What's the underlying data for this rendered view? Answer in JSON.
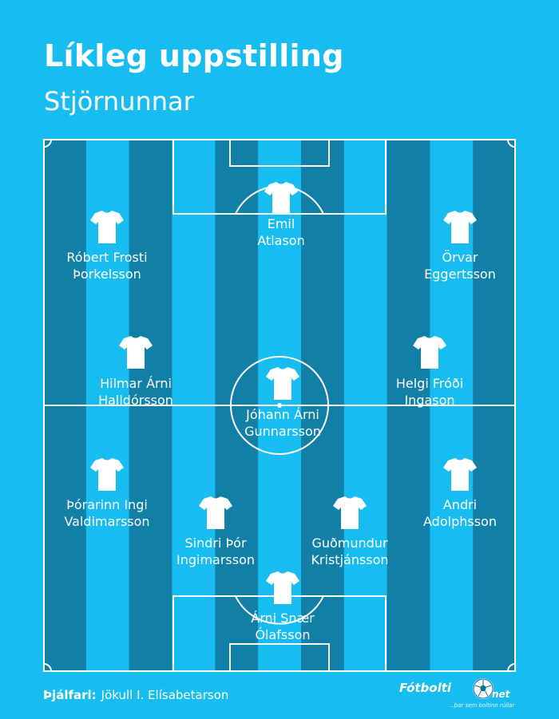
{
  "header": {
    "title": "Líkleg uppstilling",
    "subtitle": "Stjörnunnar"
  },
  "colors": {
    "background": "#17bdf0",
    "stripe_dark": "#117fa6",
    "stripe_light": "#17bdf0",
    "lines": "#ffffff"
  },
  "players": [
    {
      "role": "forward",
      "name_line1": "Emil",
      "name_line2": "Atlason"
    },
    {
      "role": "left-wing",
      "name_line1": "Róbert Frosti",
      "name_line2": "Þorkelsson"
    },
    {
      "role": "right-wing",
      "name_line1": "Örvar",
      "name_line2": "Eggertsson"
    },
    {
      "role": "left-midfield",
      "name_line1": "Hilmar Árni",
      "name_line2": "Halldórsson"
    },
    {
      "role": "central-midfield",
      "name_line1": "Jóhann Árni",
      "name_line2": "Gunnarsson"
    },
    {
      "role": "right-midfield",
      "name_line1": "Helgi Fróði",
      "name_line2": "Ingason"
    },
    {
      "role": "left-back",
      "name_line1": "Þórarinn Ingi",
      "name_line2": "Valdimarsson"
    },
    {
      "role": "right-back",
      "name_line1": "Andri",
      "name_line2": "Adolphsson"
    },
    {
      "role": "left-centre-back",
      "name_line1": "Sindri Þór",
      "name_line2": "Ingimarsson"
    },
    {
      "role": "right-centre-back",
      "name_line1": "Guðmundur",
      "name_line2": "Kristjánsson"
    },
    {
      "role": "goalkeeper",
      "name_line1": "Árni Snær",
      "name_line2": "Ólafsson"
    }
  ],
  "footer": {
    "coach_label": "Þjálfari:",
    "coach_name": "Jökull I. Elísabetarson",
    "logo_brand": "Fótbolti",
    "logo_suffix": "net",
    "logo_tagline": "...þar sem boltinn rúllar",
    "logo_icon": "football-icon"
  }
}
